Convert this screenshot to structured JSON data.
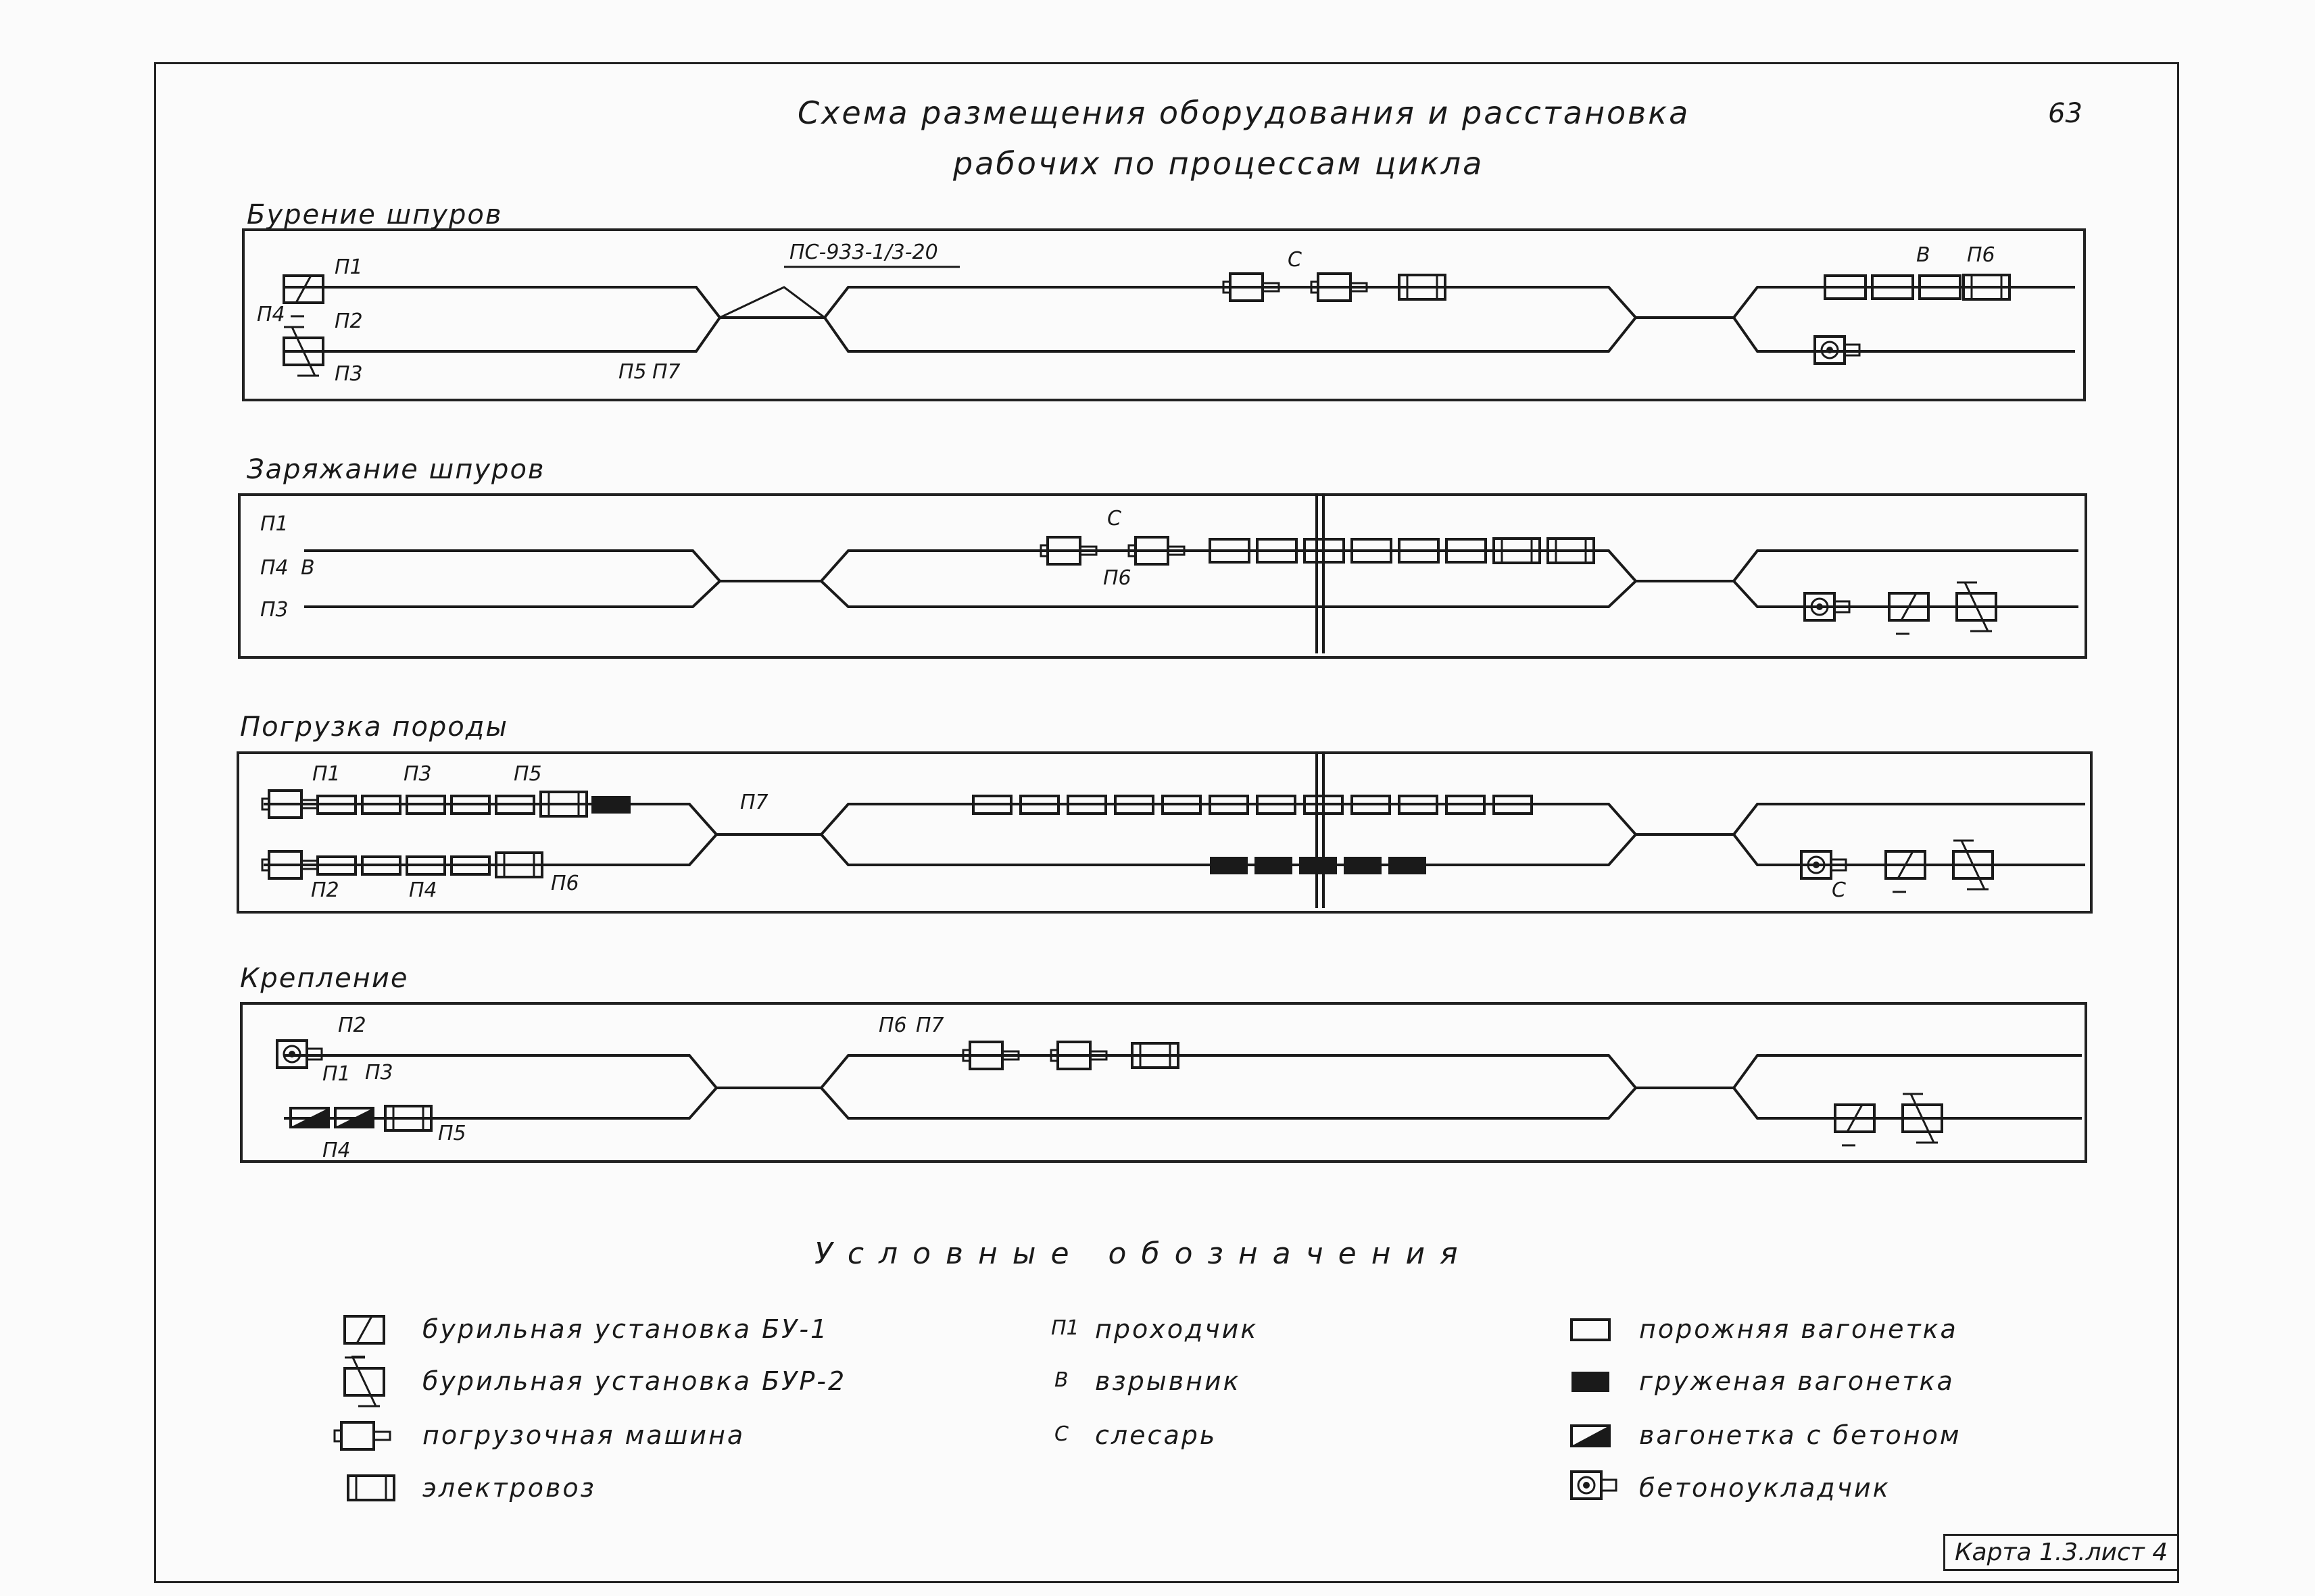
{
  "title": {
    "line1": "Схема размещения оборудования и расстановка",
    "line2": "рабочих по процессам цикла"
  },
  "page_number": "63",
  "sections": [
    {
      "label": "Бурение шпуров",
      "annotation": "ПС-933-1/3-20"
    },
    {
      "label": "Заряжание шпуров"
    },
    {
      "label": "Погрузка породы"
    },
    {
      "label": "Крепление"
    }
  ],
  "markers": {
    "P1": "П1",
    "P2": "П2",
    "P3": "П3",
    "P4": "П4",
    "P5": "П5",
    "P6": "П6",
    "P7": "П7",
    "V": "В",
    "S": "С"
  },
  "legend": {
    "title": "Условные обозначения",
    "items": [
      {
        "label": "бурильная установка БУ-1"
      },
      {
        "label": "бурильная установка БУР-2"
      },
      {
        "label": "погрузочная машина"
      },
      {
        "label": "электровоз"
      },
      {
        "label": "проходчик"
      },
      {
        "label": "взрывник"
      },
      {
        "label": "слесарь"
      },
      {
        "label": "порожняя вагонетка"
      },
      {
        "label": "груженая вагонетка"
      },
      {
        "label": "вагонетка с бетоном"
      },
      {
        "label": "бетоноукладчик"
      }
    ]
  },
  "stamp": "Карта 1.3.лист 4",
  "colors": {
    "ink": "#1a1a1a",
    "paper": "#fbfbfb"
  }
}
